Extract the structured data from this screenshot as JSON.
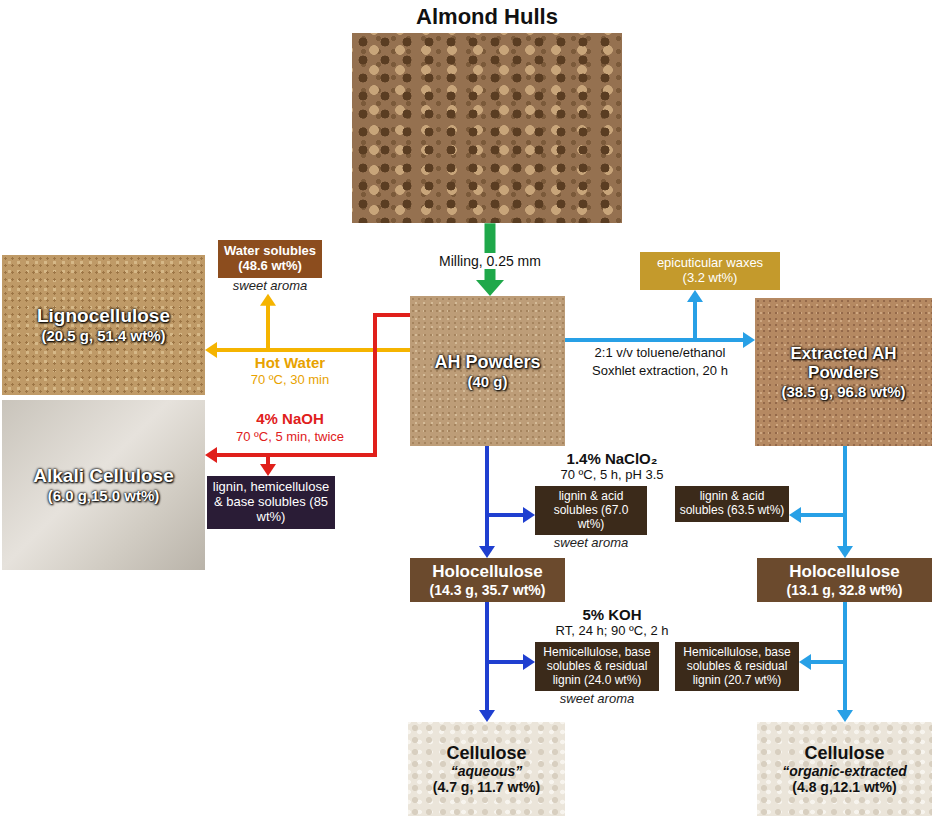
{
  "diagram": {
    "nodes": [
      {
        "text": [
          "Almond Hulls"
        ]
      },
      {
        "text": [
          "Water solubles (48.6 wt%)",
          "sweet aroma"
        ]
      },
      {
        "text": [
          "epicuticular waxes (3.2 wt%)"
        ]
      },
      {
        "text": [
          "Lignocellulose",
          "(20.5 g, 51.4 wt%)"
        ]
      },
      {
        "text": [
          "AH Powders",
          "(40 g)"
        ]
      },
      {
        "text": [
          "Extracted AH Powders",
          "(38.5 g, 96.8 wt%)"
        ]
      },
      {
        "text": [
          "Alkali Cellulose",
          "(6.0 g,15.0 wt%)"
        ]
      },
      {
        "text": [
          "lignin & acid solubles (67.0 wt%)",
          "sweet aroma"
        ]
      },
      {
        "text": [
          "lignin & acid solubles (63.5 wt%)"
        ]
      },
      {
        "text": [
          "lignin, hemicellulose & base solubles (85 wt%)"
        ]
      },
      {
        "text": [
          "Holocellulose",
          "(14.3 g, 35.7 wt%)"
        ]
      },
      {
        "text": [
          "Holocellulose",
          "(13.1 g, 32.8 wt%)"
        ]
      },
      {
        "text": [
          "Hemicellulose, base solubles & residual lignin (24.0 wt%)",
          "sweet aroma"
        ]
      },
      {
        "text": [
          "Hemicellulose, base solubles & residual lignin (20.7 wt%)"
        ]
      },
      {
        "text": [
          "Cellulose",
          "“aqueous”",
          "(4.7 g, 11.7 wt%)"
        ]
      },
      {
        "text": [
          "Cellulose",
          "“organic-extracted",
          "(4.8 g,12.1 wt%)"
        ]
      }
    ],
    "edges": [
      {
        "from": 0,
        "to": 4,
        "label": "Milling, 0.25 mm",
        "arrow": "to"
      },
      {
        "from": 4,
        "to": 3,
        "label": "Hot Water",
        "arrow": "to"
      },
      {
        "from": 4,
        "to": 1,
        "arrow": "to"
      },
      {
        "from": 4,
        "to": 5,
        "label": "2:1 v/v toluene/ethanol",
        "arrow": "to"
      },
      {
        "from": 4,
        "to": 2,
        "arrow": "to"
      },
      {
        "from": 4,
        "to": 6,
        "label": "4% NaOH",
        "arrow": "to"
      },
      {
        "from": 4,
        "to": 9,
        "arrow": "to"
      },
      {
        "from": 4,
        "to": 10,
        "arrow": "to"
      },
      {
        "from": 4,
        "to": 7,
        "arrow": "to"
      },
      {
        "from": 5,
        "to": 11,
        "arrow": "to"
      },
      {
        "from": 5,
        "to": 8,
        "arrow": "to"
      },
      {
        "from": 10,
        "to": 14,
        "arrow": "to"
      },
      {
        "from": 10,
        "to": 12,
        "arrow": "to"
      },
      {
        "from": 11,
        "to": 15,
        "arrow": "to"
      },
      {
        "from": 11,
        "to": 13,
        "arrow": "to"
      }
    ],
    "labels": [
      "70 ºC, 30 min",
      "70 ºC, 5 min, twice",
      "Soxhlet extraction, 20 h",
      "1.4% NaClO₂",
      "70 ºC, 5 h, pH 3.5",
      "5% KOH",
      "RT, 24 h; 90 ºC, 2 h"
    ]
  }
}
